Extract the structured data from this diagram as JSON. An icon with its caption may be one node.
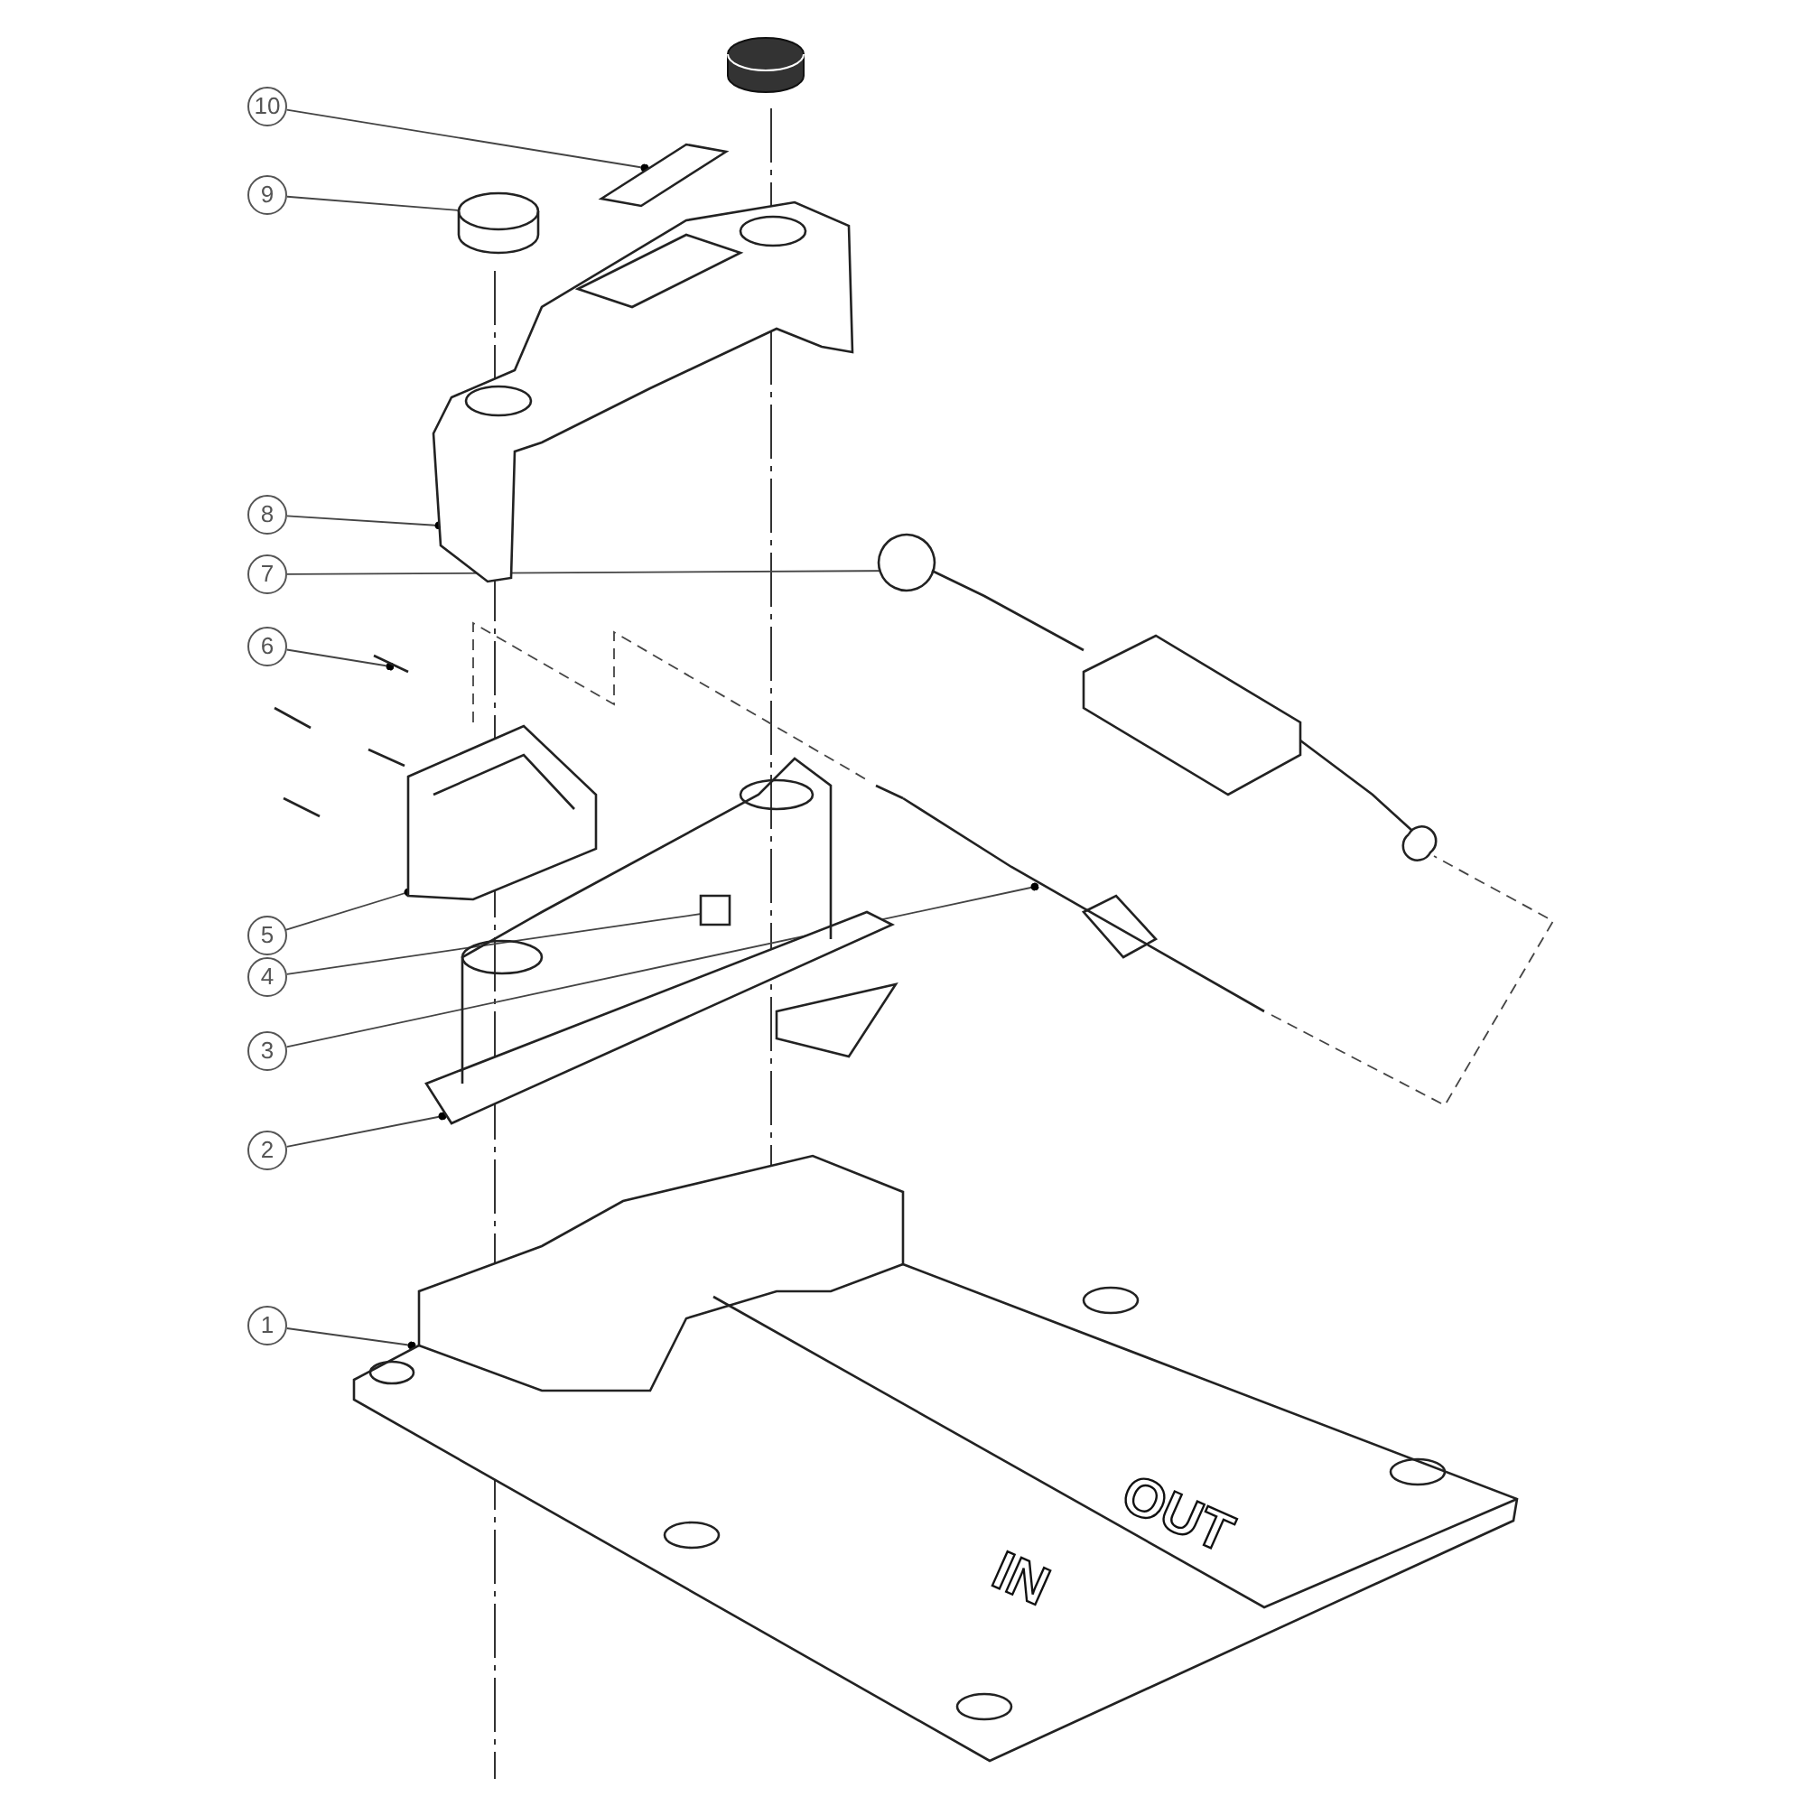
{
  "diagram": {
    "nodes": [
      {
        "text": [
          "10"
        ]
      },
      {
        "text": [
          "9"
        ]
      },
      {
        "text": [
          "8"
        ]
      },
      {
        "text": [
          "7"
        ]
      },
      {
        "text": [
          "6"
        ]
      },
      {
        "text": [
          "5"
        ]
      },
      {
        "text": [
          "4"
        ]
      },
      {
        "text": [
          "3"
        ]
      },
      {
        "text": [
          "2"
        ]
      },
      {
        "text": [
          "1"
        ]
      },
      {
        "text": [],
        "shape": "picture"
      },
      {
        "text": [],
        "shape": "picture"
      },
      {
        "text": [],
        "shape": "picture"
      },
      {
        "text": [],
        "shape": "picture"
      },
      {
        "text": [],
        "shape": "picture"
      },
      {
        "text": [],
        "shape": "picture"
      },
      {
        "text": [],
        "shape": "box"
      },
      {
        "text": [],
        "shape": "picture"
      },
      {
        "text": [],
        "shape": "picture"
      },
      {
        "text": [],
        "shape": "picture"
      }
    ],
    "edges": [
      {
        "from": 0,
        "to": 10,
        "arrow": "other"
      },
      {
        "from": 1,
        "to": 11,
        "arrow": "other"
      },
      {
        "from": 2,
        "to": 12,
        "arrow": "other"
      },
      {
        "from": 3,
        "to": 13,
        "arrow": "other"
      },
      {
        "from": 4,
        "to": 14,
        "arrow": "other"
      },
      {
        "from": 5,
        "to": 15,
        "arrow": "other"
      },
      {
        "from": 6,
        "to": 16,
        "arrow": "other"
      },
      {
        "from": 7,
        "to": 17,
        "arrow": "other"
      },
      {
        "from": 8,
        "to": 18,
        "arrow": "other"
      },
      {
        "from": 9,
        "to": 19,
        "arrow": "other"
      },
      {
        "from": 15,
        "to": 17,
        "arrow": "none",
        "style": "dashed"
      },
      {
        "from": 17,
        "to": 13,
        "arrow": "none",
        "style": "dashed"
      }
    ],
    "labels": [
      "OUT",
      "IN"
    ]
  }
}
